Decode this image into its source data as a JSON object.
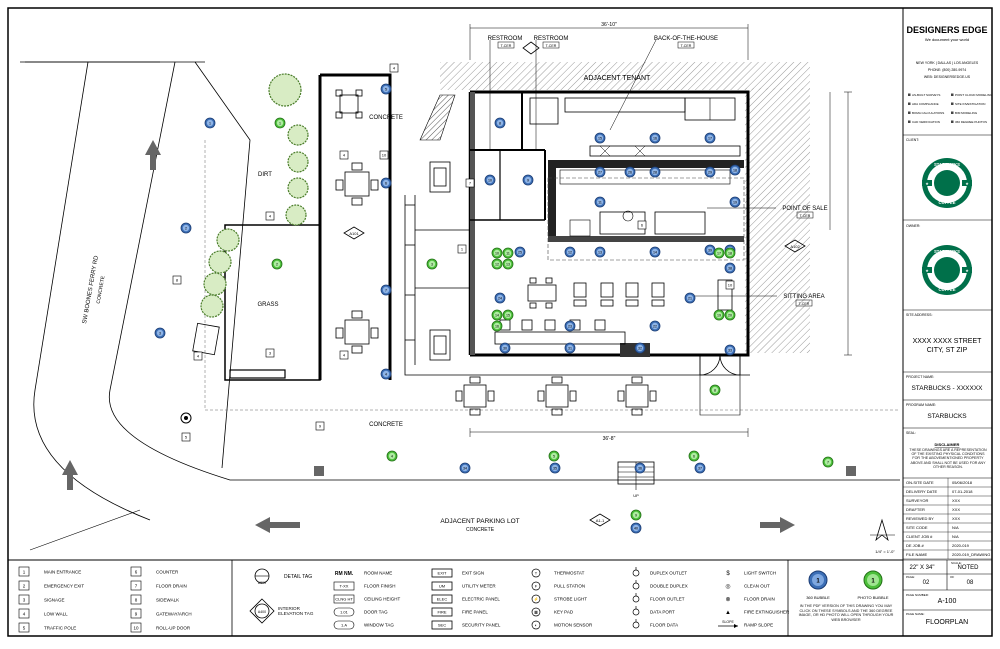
{
  "plan": {
    "dim_top": "36'-10\"",
    "dim_bottom": "36'-8\"",
    "labels": {
      "adjacent_tenant": "ADJACENT TENANT",
      "restroom_1": "RESTROOM",
      "restroom_2": "RESTROOM",
      "back_of_house": "BACK-OF-THE-HOUSE",
      "point_of_sale": "POINT OF SALE",
      "sitting_area": "SITTING AREA",
      "finish_tag": "T-CER",
      "concrete_1": "CONCRETE",
      "concrete_2": "CONCRETE",
      "dirt": "DIRT",
      "grass": "GRASS",
      "road": "SW BOONES FERRY RD",
      "road_sub": "CONCRETE",
      "parking": "ADJACENT PARKING LOT",
      "parking_sub": "CONCRETE",
      "up": "UP",
      "scale": "1/4\" = 1'-0\""
    },
    "callouts": {
      "a101": "A101",
      "a102": "A102",
      "a100": "A100",
      "a100_sub": "A1-1"
    }
  },
  "titleblock": {
    "company": "DESIGNERS EDGE",
    "tagline": "We document your world",
    "cities": "NEW YORK  |  DALLAS  |  LOS ANGELES",
    "phone": "PHONE: (800) 280-9974",
    "email": "WEB: DESIGNERSEDGE.US",
    "services": [
      "AS-BUILT SURVEYS",
      "ADA COMPLIANCE",
      "BOMA CALCULATIONS",
      "CAD VERIFICATION",
      "POINT CLOUD MODELING",
      "SITE INVESTIGATION",
      "BIM MODELING",
      "360 DEGREE PHOTOS"
    ],
    "client_label": "CLIENT:",
    "owner_label": "OWNER:",
    "logo_text_top": "STARBUCKS",
    "logo_text_bottom": "COFFEE",
    "site_address_label": "SITE ADDRESS:",
    "address_1": "XXXX XXXX STREET",
    "address_2": "CITY, ST ZIP",
    "project_name_label": "PROJECT NAME:",
    "project_name": "STARBUCKS - XXXXXX",
    "program_label": "PROGRAM NAME:",
    "program_name": "STARBUCKS",
    "seal_label": "SEAL:",
    "disclaimer_title": "DISCLAIMER",
    "disclaimer_text": "THESE DRAWINGS ARE A REPRESENTATION OF THE EXISTING PHYSICAL CONDITIONS FOR THE ABOVEMENTIONED PROPERTY ABOVE AND SHALL NOT BE USED FOR ANY OTHER REASON.",
    "rows": [
      {
        "label": "ON-SITE DATE",
        "value": "05/06/2018"
      },
      {
        "label": "DELIVERY DATE",
        "value": "07-01-2018"
      },
      {
        "label": "SURVEYOR",
        "value": "XXX"
      },
      {
        "label": "DRAFTER",
        "value": "XXX"
      },
      {
        "label": "REVIEWED BY",
        "value": "XXX"
      },
      {
        "label": "SITE CODE",
        "value": "N/A"
      },
      {
        "label": "CLIENT JOB #",
        "value": "N/A"
      },
      {
        "label": "DE JOB #",
        "value": "2020-019"
      },
      {
        "label": "FILE NAME",
        "value": "2020-019_DRAWING"
      }
    ],
    "paper_size": "22\" X 34\"",
    "scale_label": "SCALE:",
    "scale_value": "NOTED",
    "page_label": "PAGE:",
    "page_value": "02",
    "of_label": "OF",
    "of_value": "08",
    "page_number_label": "PAGE NUMBER:",
    "page_number": "A-100",
    "page_name_label": "PAGE NAME:",
    "page_name": "FLOORPLAN"
  },
  "legend": {
    "keynotes": [
      {
        "n": "1",
        "t": "MAIN ENTRANCE"
      },
      {
        "n": "2",
        "t": "EMERGENCY EXIT"
      },
      {
        "n": "3",
        "t": "SIGNAGE"
      },
      {
        "n": "4",
        "t": "LOW WALL"
      },
      {
        "n": "5",
        "t": "TRAFFIC POLE"
      },
      {
        "n": "6",
        "t": "COUNTER"
      },
      {
        "n": "7",
        "t": "FLOOR DRAIN"
      },
      {
        "n": "8",
        "t": "SIDEWALK"
      },
      {
        "n": "9",
        "t": "GATEWAY/ARCH"
      },
      {
        "n": "10",
        "t": "ROLL-UP DOOR"
      }
    ],
    "detail_tag": "DETAIL TAG",
    "detail_tag_sym": "A500",
    "interior_elev": "INTERIOR ELEVATION TAG",
    "interior_elev_sym": "A400",
    "tags": [
      {
        "sym": "RM NM.",
        "t": "ROOM NAME"
      },
      {
        "sym": "T-XX",
        "t": "FLOOR FINISH"
      },
      {
        "sym": "CLNG HT",
        "t": "CEILING HEIGHT"
      },
      {
        "sym": "1.01",
        "t": "DOOR TAG"
      },
      {
        "sym": "1.A",
        "t": "WINDOW TAG"
      }
    ],
    "systems": [
      {
        "sym": "EXIT",
        "t": "EXIT SIGN"
      },
      {
        "sym": "UM",
        "t": "UTILITY METER"
      },
      {
        "sym": "ELEC",
        "t": "ELECTRIC PANEL"
      },
      {
        "sym": "FIRE",
        "t": "FIRE PANEL"
      },
      {
        "sym": "SEC",
        "t": "SECURITY PANEL"
      }
    ],
    "devices": [
      {
        "t": "THERMOSTAT"
      },
      {
        "t": "PULL STATION"
      },
      {
        "t": "STROBE LIGHT"
      },
      {
        "t": "KEY PAD"
      },
      {
        "t": "MOTION SENSOR"
      }
    ],
    "outlets": [
      {
        "t": "DUPLEX OUTLET"
      },
      {
        "t": "DOUBLE DUPLEX"
      },
      {
        "t": "FLOOR OUTLET"
      },
      {
        "t": "DATA PORT"
      },
      {
        "t": "FLOOR DATA"
      }
    ],
    "misc": [
      {
        "t": "LIGHT SWITCH"
      },
      {
        "t": "CLEAN OUT"
      },
      {
        "t": "FLOOR DRAIN"
      },
      {
        "t": "FIRE EXTINGUISHER"
      },
      {
        "t": "RAMP SLOPE"
      }
    ],
    "slope_sym": "SLOPE",
    "bubble_360": "360 BUBBLE",
    "bubble_photo": "PHOTO BUBBLE",
    "bubble_360_num": "1",
    "bubble_photo_num": "1",
    "pdf_note": "IN THE PDF VERSION OF THIS DRAWING YOU MAY CLICK ON THESE SYMBOLS AND THE 360 DEGREE IMAGE, OR HD PHOTO WILL OPEN THROUGH YOUR WEB BROWSER"
  },
  "bubbles": [
    {
      "n": "1",
      "k": "b"
    },
    {
      "n": "2",
      "k": "b"
    },
    {
      "n": "3",
      "k": "b"
    },
    {
      "n": "4",
      "k": "b"
    },
    {
      "n": "5",
      "k": "b"
    },
    {
      "n": "6",
      "k": "b"
    },
    {
      "n": "7",
      "k": "b"
    },
    {
      "n": "8",
      "k": "b"
    },
    {
      "n": "9",
      "k": "b"
    },
    {
      "n": "10",
      "k": "b"
    },
    {
      "n": "11",
      "k": "b"
    },
    {
      "n": "12",
      "k": "b"
    },
    {
      "n": "13",
      "k": "b"
    },
    {
      "n": "14",
      "k": "b"
    },
    {
      "n": "15",
      "k": "b"
    },
    {
      "n": "16",
      "k": "b"
    },
    {
      "n": "17",
      "k": "b"
    },
    {
      "n": "18",
      "k": "b"
    },
    {
      "n": "19",
      "k": "b"
    },
    {
      "n": "20",
      "k": "b"
    },
    {
      "n": "21",
      "k": "b"
    },
    {
      "n": "22",
      "k": "b"
    },
    {
      "n": "23",
      "k": "b"
    },
    {
      "n": "24",
      "k": "b"
    },
    {
      "n": "25",
      "k": "b"
    },
    {
      "n": "26",
      "k": "b"
    },
    {
      "n": "27",
      "k": "b"
    },
    {
      "n": "28",
      "k": "b"
    },
    {
      "n": "29",
      "k": "b"
    },
    {
      "n": "30",
      "k": "b"
    },
    {
      "n": "31",
      "k": "b"
    },
    {
      "n": "32",
      "k": "b"
    },
    {
      "n": "33",
      "k": "b"
    },
    {
      "n": "34",
      "k": "b"
    },
    {
      "n": "35",
      "k": "b"
    },
    {
      "n": "36",
      "k": "b"
    },
    {
      "n": "37",
      "k": "b"
    },
    {
      "n": "38",
      "k": "b"
    },
    {
      "n": "39",
      "k": "b"
    },
    {
      "n": "40",
      "k": "b"
    },
    {
      "n": "1",
      "k": "g"
    },
    {
      "n": "2",
      "k": "g"
    },
    {
      "n": "3",
      "k": "g"
    },
    {
      "n": "4",
      "k": "g"
    },
    {
      "n": "5",
      "k": "g"
    },
    {
      "n": "6",
      "k": "g"
    },
    {
      "n": "7",
      "k": "g"
    },
    {
      "n": "8",
      "k": "g"
    },
    {
      "n": "9",
      "k": "g"
    },
    {
      "n": "10",
      "k": "g"
    },
    {
      "n": "11",
      "k": "g"
    },
    {
      "n": "12",
      "k": "g"
    },
    {
      "n": "13",
      "k": "g"
    },
    {
      "n": "14",
      "k": "g"
    },
    {
      "n": "15",
      "k": "g"
    },
    {
      "n": "16",
      "k": "g"
    },
    {
      "n": "17",
      "k": "g"
    },
    {
      "n": "18",
      "k": "g"
    },
    {
      "n": "19",
      "k": "g"
    },
    {
      "n": "20",
      "k": "g"
    }
  ],
  "colors": {
    "bubble_blue": "#3c6fb6",
    "bubble_green": "#4cbf3a",
    "starbucks_green": "#00704a",
    "hatch": "#888888"
  }
}
